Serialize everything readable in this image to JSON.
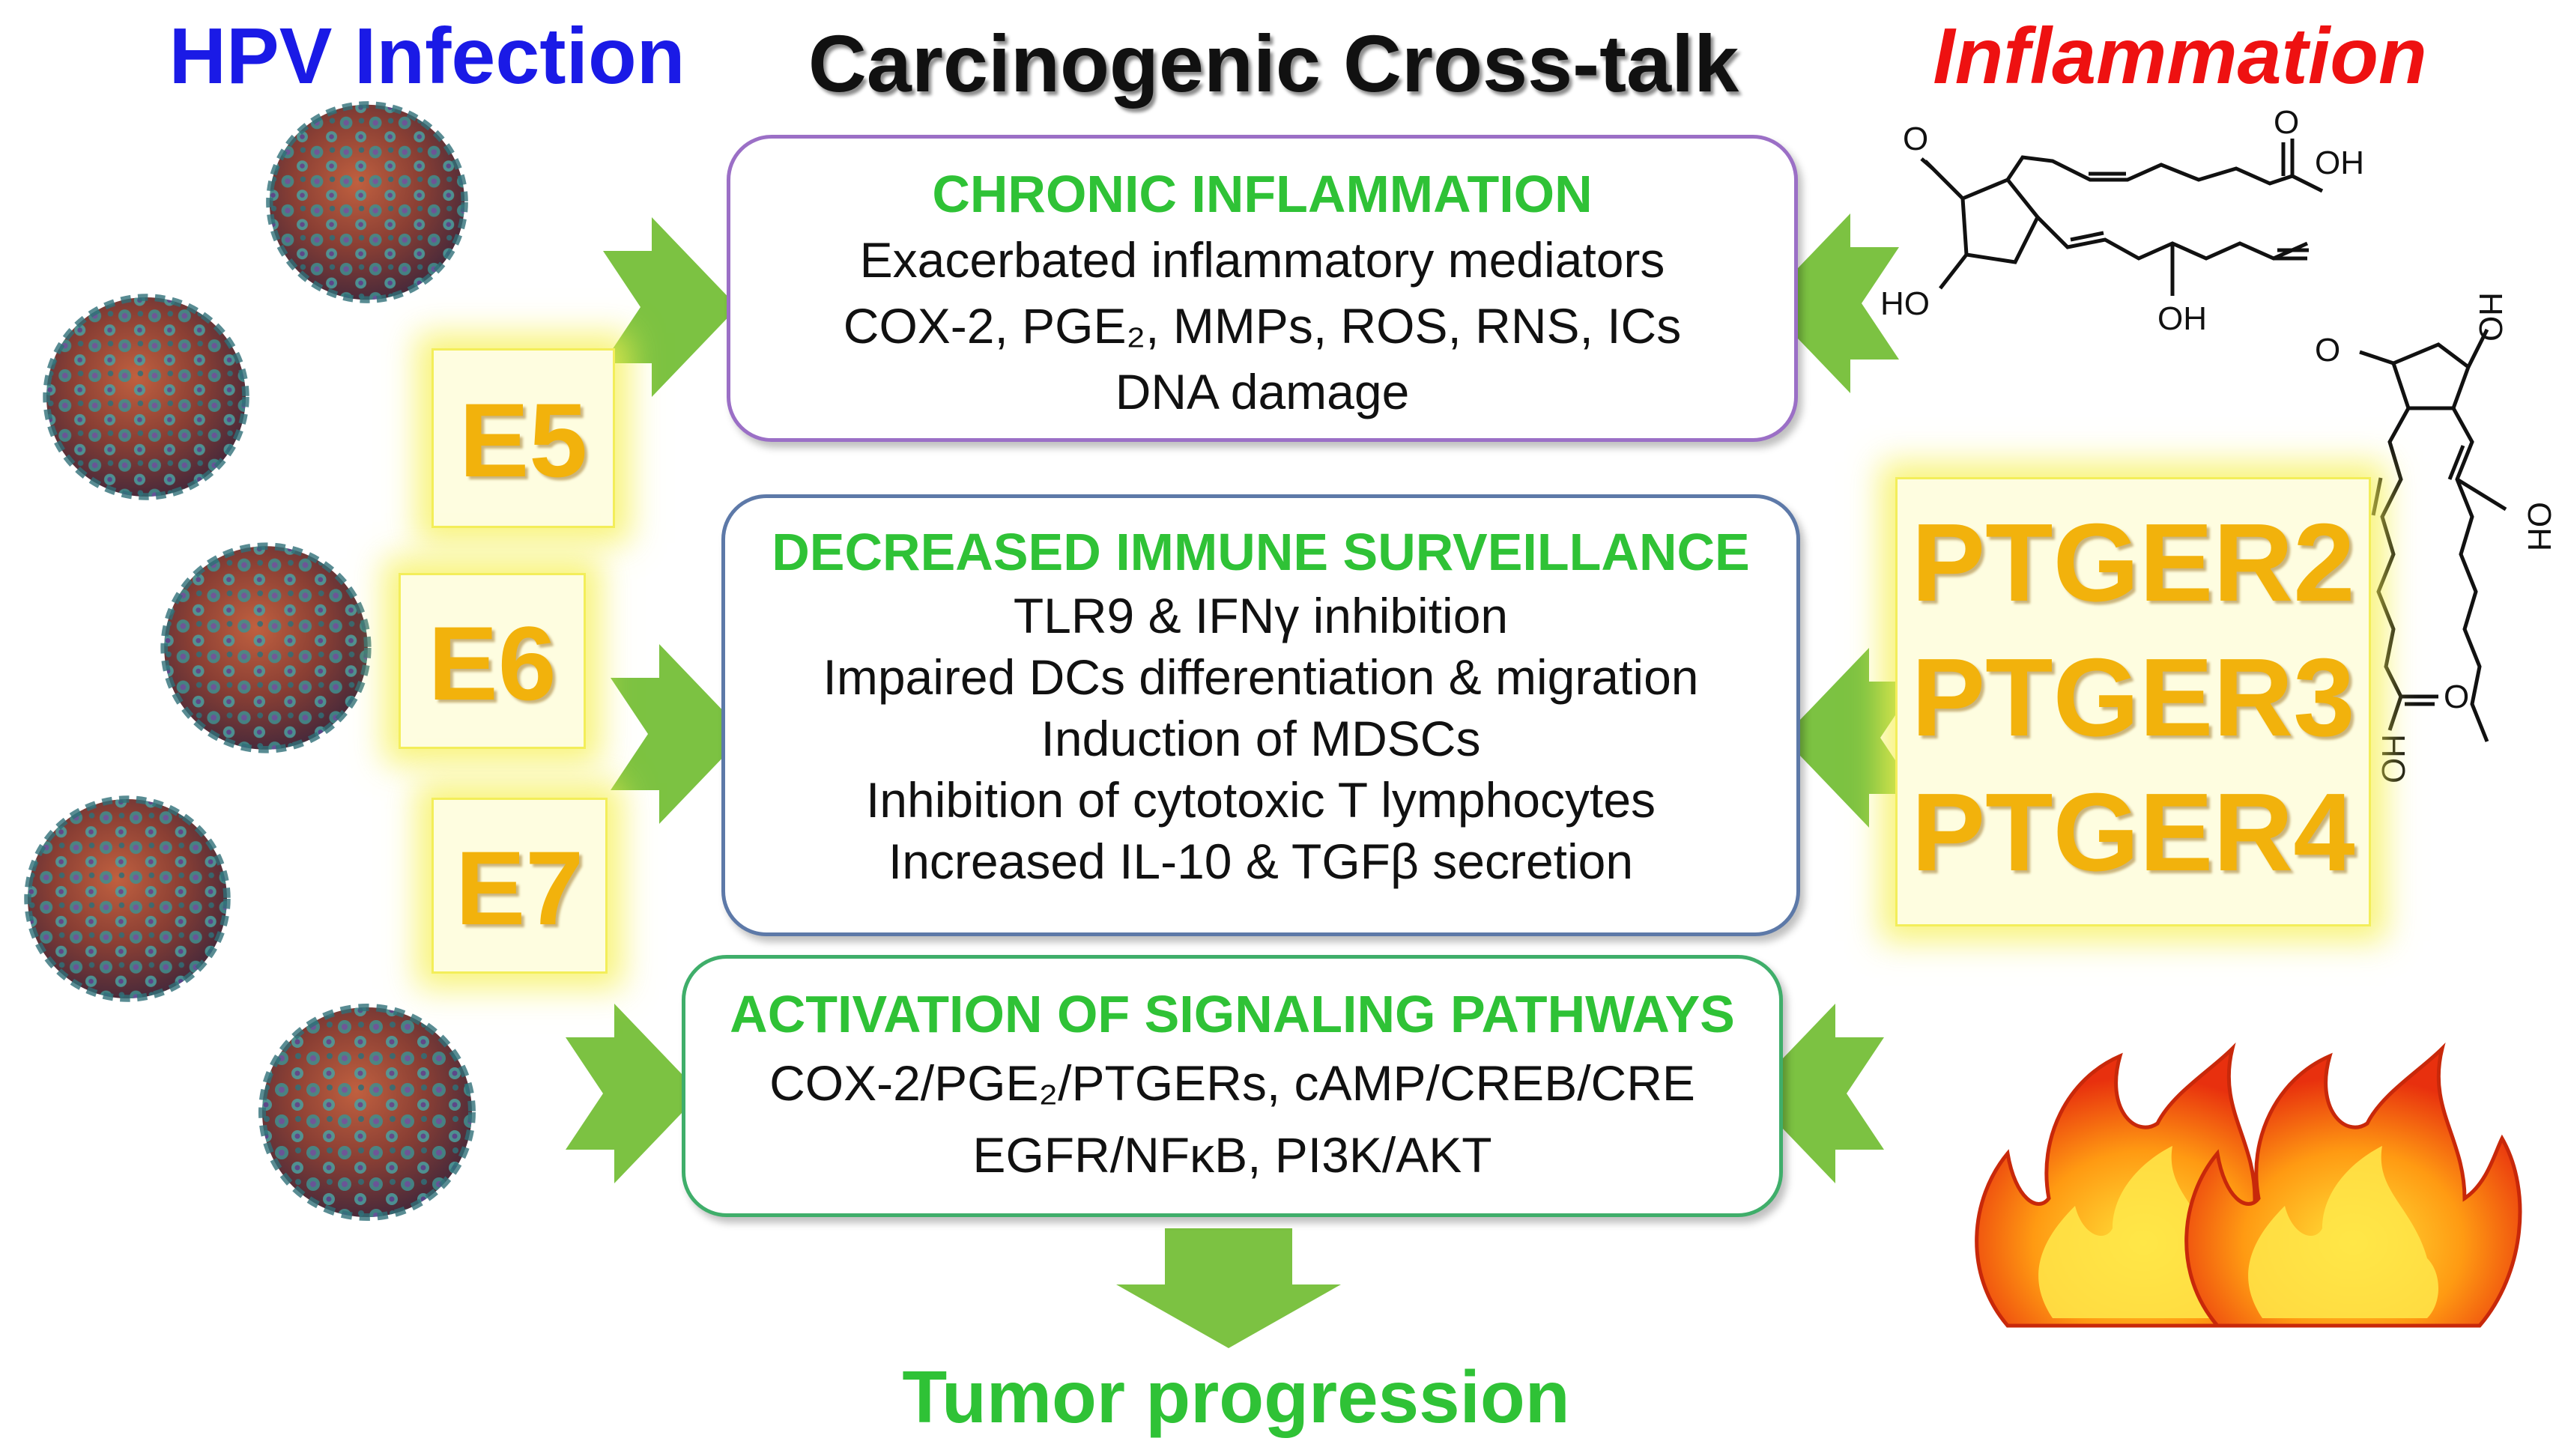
{
  "titles": {
    "hpv": "HPV Infection",
    "crosstalk": "Carcinogenic Cross-talk",
    "inflammation": "Inflammation"
  },
  "boxes": [
    {
      "title": "CHRONIC INFLAMMATION",
      "lines": [
        "Exacerbated inflammatory mediators",
        "COX-2, PGE₂, MMPs, ROS, RNS, ICs",
        "DNA damage"
      ]
    },
    {
      "title": "DECREASED IMMUNE SURVEILLANCE",
      "lines": [
        "TLR9 & IFNγ inhibition",
        "Impaired DCs differentiation & migration",
        "Induction of MDSCs",
        "Inhibition of cytotoxic T lymphocytes",
        "Increased IL-10 & TGFβ secretion"
      ]
    },
    {
      "title": "ACTIVATION OF SIGNALING PATHWAYS",
      "lines": [
        "COX-2/PGE₂/PTGERs, cAMP/CREB/CRE",
        "EGFR/NFκB, PI3K/AKT"
      ]
    }
  ],
  "proteins": {
    "e5": "E5",
    "e6": "E6",
    "e7": "E7"
  },
  "receptors": [
    "PTGER2",
    "PTGER3",
    "PTGER4"
  ],
  "molecule_labels": {
    "top": {
      "o": "O",
      "oh_acid": "OH",
      "o_acid": "O",
      "ho_ring": "HO",
      "oh_chain": "OH"
    },
    "side": {
      "o": "O",
      "ho_ring": "HO",
      "oh_chain": "OH",
      "o_acid": "O",
      "oh_acid": "HO"
    }
  },
  "outcome": "Tumor progression",
  "icons": {
    "virus": "hpv-virus-particle-icon",
    "arrow": "green-chevron-arrow-icon",
    "fire": "flame-icon",
    "molecule": "prostaglandin-e2-structure-icon"
  },
  "colors": {
    "hpv_title": "#1a1ae6",
    "inflammation_title": "#ee1111",
    "green_text": "#2fc236",
    "arrow_green": "#7cc242",
    "protein_gold": "#f2b20c",
    "highlight_yellow": "#f3ee5a"
  }
}
